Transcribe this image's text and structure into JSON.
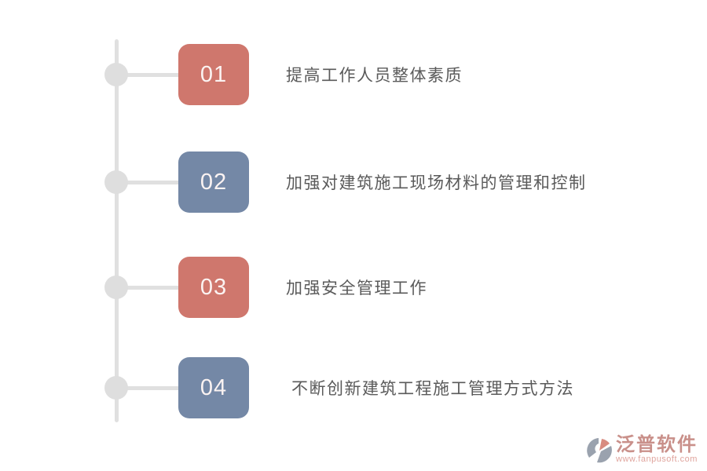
{
  "diagram": {
    "type": "vertical-timeline-list",
    "items": [
      {
        "number": "01",
        "label": "提高工作人员整体素质",
        "color": "red"
      },
      {
        "number": "02",
        "label": "加强对建筑施工现场材料的管理和控制",
        "color": "blue"
      },
      {
        "number": "03",
        "label": "加强安全管理工作",
        "color": "red"
      },
      {
        "number": "04",
        "label": "不断创新建筑工程施工管理方式方法",
        "color": "blue"
      }
    ]
  },
  "colors": {
    "red": "#cf776d",
    "blue": "#7488a6",
    "timeline": "#e0e0e0",
    "label_text": "#5a5a5a"
  },
  "watermark": {
    "brand": "泛普软件",
    "url": "www.fanpusoft.com",
    "brand_color": "#c9908a",
    "url_color": "#e0a49d"
  }
}
